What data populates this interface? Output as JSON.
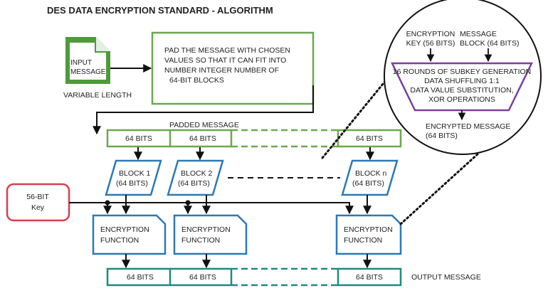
{
  "title": "DES DATA ENCRYPTION STANDARD - ALGORITHM",
  "input": {
    "doc_label_1": "INPUT",
    "doc_label_2": "MESSAGE",
    "caption": "VARIABLE LENGTH"
  },
  "pad_box": {
    "lines": [
      "PAD THE MESSAGE WITH CHOSEN",
      "VALUES SO THAT IT CAN FIT INTO",
      "NUMBER INTEGER NUMBER OF",
      "64-BIT BLOCKS"
    ]
  },
  "padded_message": {
    "label": "PADDED MESSAGE",
    "cells": [
      "64 BITS",
      "64 BITS",
      "64 BITS"
    ]
  },
  "blocks": [
    {
      "line1": "BLOCK 1",
      "line2": "(64 BITS)"
    },
    {
      "line1": "BLOCK 2",
      "line2": "(64 BITS)"
    },
    {
      "line1": "BLOCK n",
      "line2": "(64 BITS)"
    }
  ],
  "key": {
    "line1": "56-BIT",
    "line2": "Key"
  },
  "encryption_functions": [
    {
      "line1": "ENCRYPTION",
      "line2": "FUNCTION"
    },
    {
      "line1": "ENCRYPTION",
      "line2": "FUNCTION"
    },
    {
      "line1": "ENCRYPTION",
      "line2": "FUNCTION"
    }
  ],
  "output": {
    "cells": [
      "64 BITS",
      "64 BITS",
      "64 BITS"
    ],
    "label": "OUTPUT MESSAGE"
  },
  "detail": {
    "key_label_1": "ENCRYPTION",
    "key_label_2": "KEY (56 BITS)",
    "msg_label_1": "MESSAGE",
    "msg_label_2": "BLOCK (64 BITS)",
    "process_lines": [
      "16 ROUNDS OF SUBKEY GENERATION",
      "DATA SHUFFLING 1:1",
      "DATA VALUE SUBSTITUTION,",
      "XOR OPERATIONS"
    ],
    "result_1": "ENCRYPTED MESSAGE",
    "result_2": "(64 BITS)"
  },
  "colors": {
    "green": "#6aa84f",
    "input_green": "#4e9a3c",
    "blue": "#2b79b6",
    "red": "#d63f4e",
    "teal": "#1f8a7e",
    "purple": "#7b3f9e",
    "line": "#111111"
  }
}
